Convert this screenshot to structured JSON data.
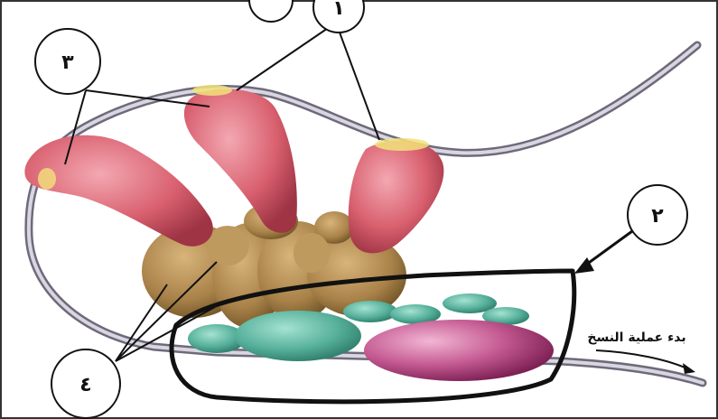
{
  "callouts": {
    "c1": "١",
    "c2": "٢",
    "c3": "٣",
    "c4": "٤"
  },
  "caption": "بدء عملية النسخ",
  "colors": {
    "dna_strand": "#8e8a9a",
    "pink_subunit": "#d9606f",
    "brown_subunit": "#a98249",
    "teal_subunit": "#56b09a",
    "magenta_subunit": "#b0407e",
    "contact_glow": "#f2e27a",
    "outline": "#111111"
  }
}
